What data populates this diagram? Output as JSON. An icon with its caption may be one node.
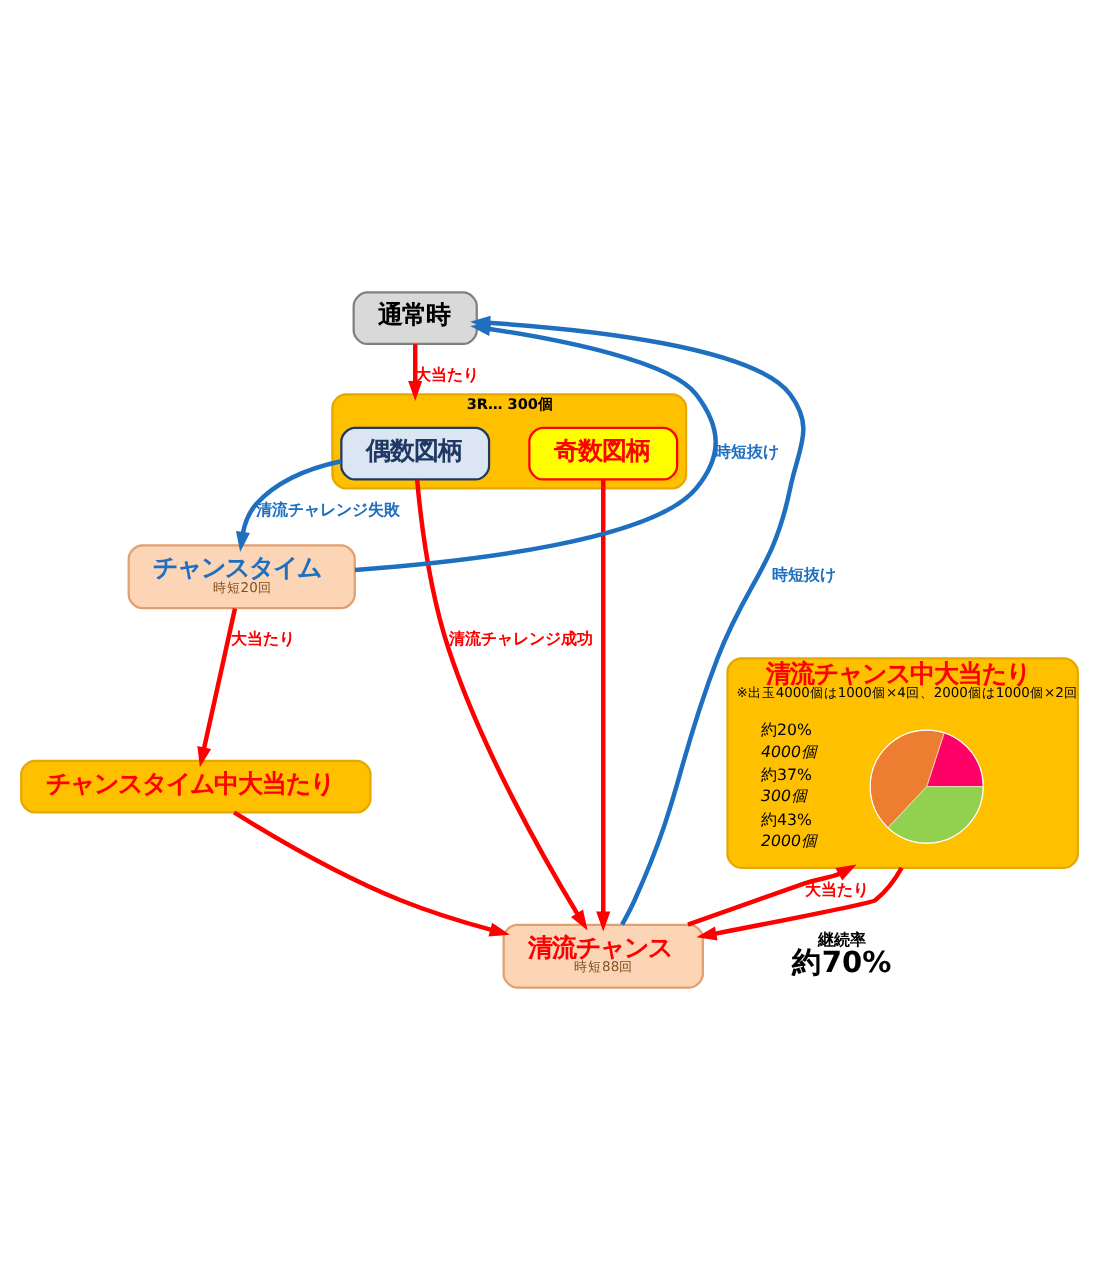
{
  "diagram": {
    "nodes": [
      {
        "text": [
          "通常時"
        ]
      },
      {
        "text": [
          "3R… 300個"
        ]
      },
      {
        "text": [
          "偶数図柄"
        ],
        "in": 1
      },
      {
        "text": [
          "奇数図柄"
        ],
        "in": 1
      },
      {
        "text": [
          "チャンスタイム",
          "時短20回"
        ]
      },
      {
        "text": [
          "チャンスタイム中大当たり"
        ]
      },
      {
        "text": [
          "清流チャンス",
          "時短88回"
        ]
      },
      {
        "text": [
          "清流チャンス中大当たり",
          "※出玉4000個は1000個×4回、2000個は1000個×2回"
        ]
      },
      {
        "text": [],
        "shape": "circle",
        "in": 7
      }
    ],
    "edges": [
      {
        "from": 0,
        "to": 1,
        "arrow": "to",
        "label": "大当たり"
      },
      {
        "from": 2,
        "to": 4,
        "arrow": "to",
        "label": "清流チャレンジ失敗",
        "color": "#1e6fbf"
      },
      {
        "from": 2,
        "to": 6,
        "arrow": "to",
        "label": "清流チャレンジ成功"
      },
      {
        "from": 3,
        "to": 6,
        "arrow": "to"
      },
      {
        "from": 4,
        "to": 5,
        "arrow": "to",
        "label": "大当たり"
      },
      {
        "from": 5,
        "to": 6,
        "arrow": "to"
      },
      {
        "from": 4,
        "to": 0,
        "arrow": "to",
        "label": "時短抜け",
        "color": "#1e6fbf"
      },
      {
        "from": 6,
        "to": 0,
        "arrow": "to",
        "label": "時短抜け",
        "color": "#1e6fbf"
      },
      {
        "from": 6,
        "to": 7,
        "arrow": "to",
        "label": "大当たり"
      },
      {
        "from": 7,
        "to": 6,
        "arrow": "to"
      }
    ],
    "labels": [
      "継続率",
      "約70%",
      "約20%",
      "4000個",
      "約37%",
      "300個",
      "約43%",
      "2000個"
    ]
  }
}
